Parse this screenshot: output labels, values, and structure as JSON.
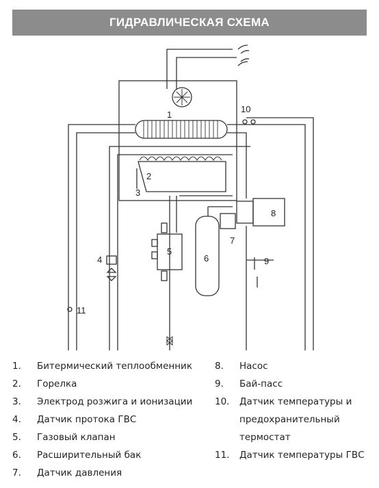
{
  "title": "ГИДРАВЛИЧЕСКАЯ СХЕМА",
  "diagram_labels": {
    "n1": "1",
    "n2": "2",
    "n3": "3",
    "n4": "4",
    "n5": "5",
    "n6": "6",
    "n7": "7",
    "n8": "8",
    "n9": "9",
    "n10": "10",
    "n11": "11"
  },
  "legend_left": [
    {
      "num": "1.",
      "text": "Битермический теплообменник"
    },
    {
      "num": "2.",
      "text": "Горелка"
    },
    {
      "num": "3.",
      "text": "Электрод розжига и ионизации"
    },
    {
      "num": "4.",
      "text": "Датчик протока ГВС"
    },
    {
      "num": "5.",
      "text": "Газовый клапан"
    },
    {
      "num": "6.",
      "text": "Расширительный бак"
    },
    {
      "num": "7.",
      "text": "Датчик давления"
    }
  ],
  "legend_right": [
    {
      "num": "8.",
      "text": "Насос"
    },
    {
      "num": "9.",
      "text": "Бай-пасс"
    },
    {
      "num": "10.",
      "text": "Датчик температуры и"
    },
    {
      "num": "",
      "text": "предохранительный"
    },
    {
      "num": "",
      "text": "термостат"
    },
    {
      "num": "11.",
      "text": "Датчик температуры ГВС"
    }
  ]
}
